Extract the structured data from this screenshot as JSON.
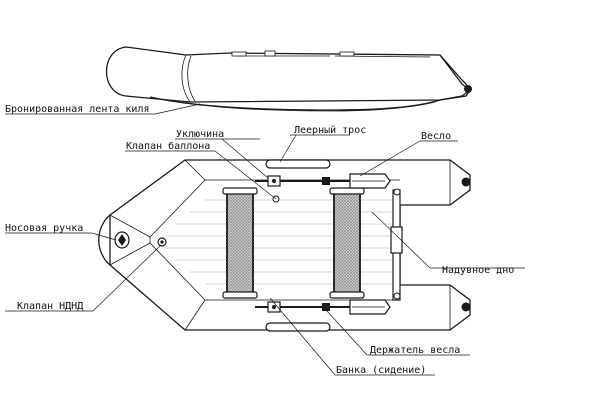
{
  "diagram": {
    "labels": {
      "keel_tape": "Бронированная лента киля",
      "oarlock": "Уключина",
      "rope": "Леерный трос",
      "oar": "Весло",
      "tube_valve": "Клапан баллона",
      "bow_handle": "Носовая ручка",
      "inflatable_floor": "Надувное дно",
      "nd_valve": "Клапан НДНД",
      "oar_holder": "Держатель весла",
      "bench": "Банка (сидение)"
    },
    "colors": {
      "ink": "#1a1a1a",
      "seat_mesh": "#bcbcbc",
      "floor_lines": "#c9c9c9",
      "background": "#ffffff"
    }
  }
}
